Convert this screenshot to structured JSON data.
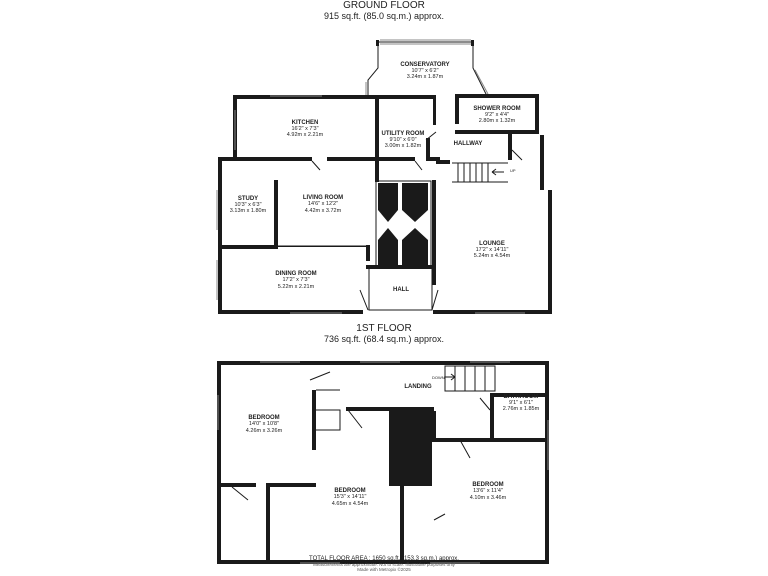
{
  "ground_floor": {
    "title": "GROUND FLOOR",
    "area": "915 sq.ft. (85.0 sq.m.) approx.",
    "rooms": {
      "conservatory": {
        "name": "CONSERVATORY",
        "imperial": "10'7\" x 6'2\"",
        "metric": "3.24m x 1.87m"
      },
      "shower_room": {
        "name": "SHOWER ROOM",
        "imperial": "9'2\" x 4'4\"",
        "metric": "2.80m x 1.32m"
      },
      "kitchen": {
        "name": "KITCHEN",
        "imperial": "16'2\" x 7'3\"",
        "metric": "4.92m x 2.21m"
      },
      "utility_room": {
        "name": "UTILITY ROOM",
        "imperial": "9'10\" x 6'0\"",
        "metric": "3.00m x 1.82m"
      },
      "hallway": {
        "name": "HALLWAY"
      },
      "study": {
        "name": "STUDY",
        "imperial": "10'3\" x 6'3\"",
        "metric": "3.13m x 1.80m"
      },
      "living_room": {
        "name": "LIVING ROOM",
        "imperial": "14'6\" x 12'2\"",
        "metric": "4.42m x 3.72m"
      },
      "lounge": {
        "name": "LOUNGE",
        "imperial": "17'2\" x 14'11\"",
        "metric": "5.24m x 4.54m"
      },
      "dining_room": {
        "name": "DINING ROOM",
        "imperial": "17'2\" x 7'3\"",
        "metric": "5.22m x 2.21m"
      },
      "hall": {
        "name": "HALL"
      }
    },
    "stair_label": "UP"
  },
  "first_floor": {
    "title": "1ST FLOOR",
    "area": "736 sq.ft. (68.4 sq.m.) approx.",
    "rooms": {
      "landing": {
        "name": "LANDING"
      },
      "bathroom": {
        "name": "BATHROOM",
        "imperial": "9'1\" x 6'1\"",
        "metric": "2.76m x 1.85m"
      },
      "bedroom_left": {
        "name": "BEDROOM",
        "imperial": "14'0\" x 10'8\"",
        "metric": "4.26m x 3.26m"
      },
      "bedroom_middle": {
        "name": "BEDROOM",
        "imperial": "15'3\" x 14'11\"",
        "metric": "4.65m x 4.54m"
      },
      "bedroom_right": {
        "name": "BEDROOM",
        "imperial": "13'6\" x 11'4\"",
        "metric": "4.10m x 3.46m"
      }
    },
    "stair_label": "DOWN"
  },
  "footer": {
    "total": "TOTAL FLOOR AREA : 1650 sq.ft. (153.3 sq.m.) approx.",
    "disclaimer": "Measurements are approximate. Not to scale. Illustrative purposes only",
    "credit": "Made with Metropix ©2025"
  }
}
